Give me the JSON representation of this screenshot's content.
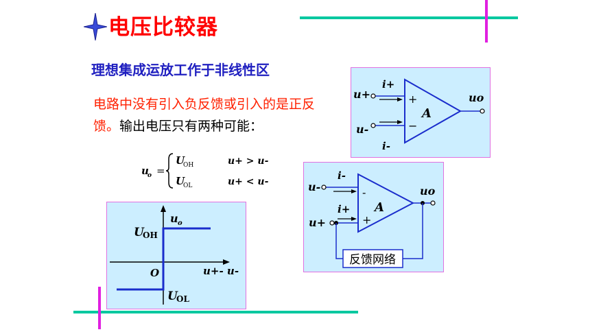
{
  "title": "电压比较器",
  "subtitle": "理想集成运放工作于非线性区",
  "description": {
    "red_part": "电路中没有引入负反馈或引入的是正反馈。",
    "black_part": "输出电压只有两种可能："
  },
  "formula": {
    "lhs": "u",
    "lhs_sub": "o",
    "case1_value": "U",
    "case1_sub": "OH",
    "case1_condition": "u+ > u-",
    "case2_value": "U",
    "case2_sub": "OL",
    "case2_condition": "u+ < u-"
  },
  "transfer_plot": {
    "y_axis_label": "u",
    "y_axis_sub": "o",
    "x_axis_label": "u+- u-",
    "origin_label": "O",
    "high_label": "U",
    "high_sub": "OH",
    "low_label": "U",
    "low_sub": "OL"
  },
  "opamp_open": {
    "in_plus": "u+",
    "in_minus": "u-",
    "i_plus": "i+",
    "i_minus": "i-",
    "output": "uo",
    "gain": "A",
    "plus_sign": "+",
    "minus_sign": "−"
  },
  "opamp_feedback": {
    "in_minus": "u-",
    "in_plus": "u+",
    "i_minus": "i-",
    "i_plus": "i+",
    "output": "uo",
    "gain": "A",
    "minus_sign": "-",
    "plus_sign": "+",
    "feedback_box": "反馈网络"
  },
  "colors": {
    "title": "#ff0000",
    "subtitle": "#2020c0",
    "panel_bg": "#cceeff",
    "plot_line": "#1a2dcc",
    "accent_line": "#00c8a0",
    "accent_vertical": "#e020e0"
  }
}
